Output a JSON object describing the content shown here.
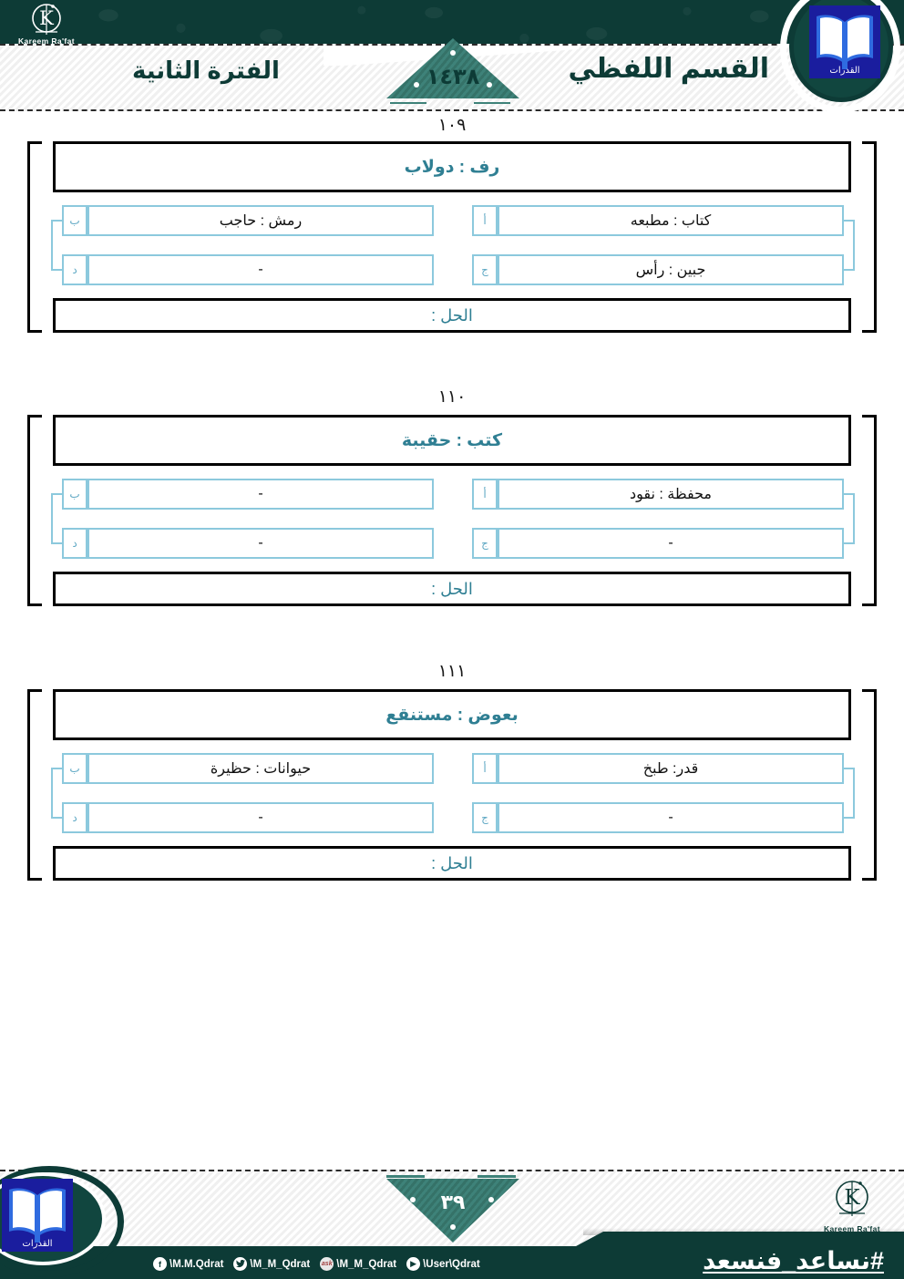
{
  "header": {
    "title": "القسم اللفظي",
    "period": "الفترة الثانية",
    "year": "١٤٣٨",
    "author_logo": "Kareem Ra'fat",
    "emblem_label": "القدرات"
  },
  "questions": [
    {
      "number": "١٠٩",
      "stem": "رف : دولاب",
      "options": [
        {
          "letter": "أ",
          "text": "كتاب : مطبعه"
        },
        {
          "letter": "ب",
          "text": "رمش : حاجب"
        },
        {
          "letter": "ج",
          "text": "جبين : رأس"
        },
        {
          "letter": "د",
          "text": "-"
        }
      ],
      "answer_label": "الحل :",
      "answer_value": ""
    },
    {
      "number": "١١٠",
      "stem": "كتب : حقيبة",
      "options": [
        {
          "letter": "أ",
          "text": "محفظة : نقود"
        },
        {
          "letter": "ب",
          "text": "-"
        },
        {
          "letter": "ج",
          "text": "-"
        },
        {
          "letter": "د",
          "text": "-"
        }
      ],
      "answer_label": "الحل :",
      "answer_value": ""
    },
    {
      "number": "١١١",
      "stem": "بعوض : مستنقع",
      "options": [
        {
          "letter": "أ",
          "text": "قدر: طبخ"
        },
        {
          "letter": "ب",
          "text": "حيوانات : حظيرة"
        },
        {
          "letter": "ج",
          "text": "-"
        },
        {
          "letter": "د",
          "text": "-"
        }
      ],
      "answer_label": "الحل :",
      "answer_value": ""
    }
  ],
  "footer": {
    "page_number": "٣٩",
    "hashtag": "#نساعد_فنسعد",
    "author_logo": "Kareem Ra'fat",
    "emblem_label": "القدرات",
    "socials": [
      {
        "icon": "facebook-icon",
        "glyph": "f",
        "handle": "\\M.M.Qdrat"
      },
      {
        "icon": "twitter-icon",
        "glyph": "t",
        "handle": "\\M_M_Qdrat"
      },
      {
        "icon": "ask-icon",
        "glyph": "ask",
        "handle": "\\M_M_Qdrat"
      },
      {
        "icon": "youtube-icon",
        "glyph": "▶",
        "handle": "\\User\\Qdrat"
      }
    ]
  },
  "colors": {
    "brand_green": "#0d3b36",
    "teal": "#3e8279",
    "accent_blue": "#2f7f93",
    "box_border": "#8cc9dd",
    "emblem_blue": "#1a1d9e"
  }
}
